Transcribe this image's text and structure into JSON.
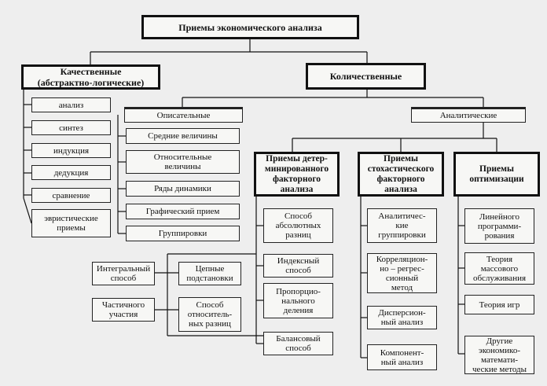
{
  "title": "Приемы экономического анализа",
  "qualitative": {
    "title": "Качественные\n(абстрактно-логические)",
    "items": [
      "анализ",
      "синтез",
      "индукция",
      "дедукция",
      "сравнение",
      "эвристические\nприемы"
    ]
  },
  "quantitative": {
    "title": "Количественные",
    "descriptive": {
      "title": "Описательные",
      "items": [
        "Средние величины",
        "Относительные\nвеличины",
        "Ряды динамики",
        "Графический прием",
        "Группировки"
      ]
    },
    "analytical": {
      "title": "Аналитические",
      "deterministic": {
        "title": "Приемы детер-\nминированного\nфакторного\nанализа",
        "items": [
          "Способ\nабсолютных\nразниц",
          "Индексный\nспособ",
          "Пропорцио-\nнального\nделения",
          "Балансовый\nспособ"
        ]
      },
      "stochastic": {
        "title": "Приемы\nстохастического\nфакторного\nанализа",
        "items": [
          "Аналитичес-\nкие\nгруппировки",
          "Корреляцион-\nно – регрес-\nсионный\nметод",
          "Дисперсион-\nный анализ",
          "Компонент-\nный анализ"
        ]
      },
      "optimization": {
        "title": "Приемы\nоптимизации",
        "items": [
          "Линейного\nпрограмми-\nрования",
          "Теория\nмассового\nобслуживания",
          "Теория игр",
          "Другие\nэкономико-\nматемати-\nческие методы"
        ]
      }
    }
  },
  "extra": {
    "items": [
      "Интегральный\nспособ",
      "Цепные\nподстановки",
      "Частичного\nучастия",
      "Способ\nотноситель-\nных разниц"
    ]
  }
}
